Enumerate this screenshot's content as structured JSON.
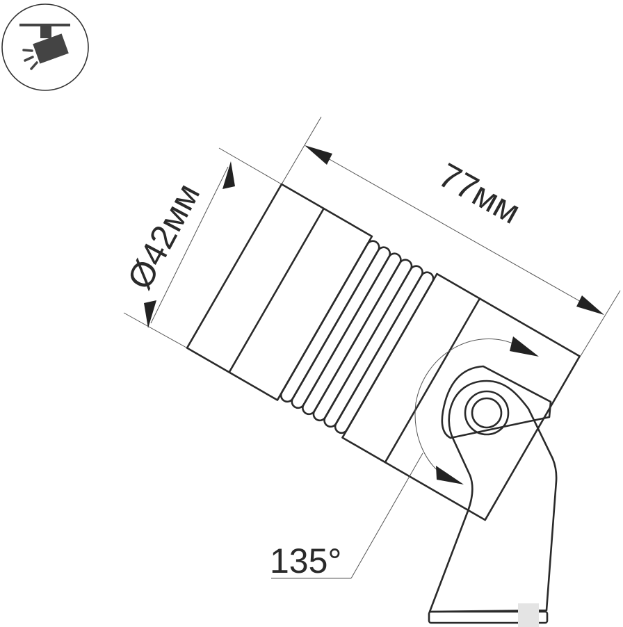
{
  "icon": {
    "name": "track-spotlight-icon"
  },
  "dimensions": {
    "diameter_label": "Ø42мм",
    "length_label": "77мм",
    "tilt_angle_label": "135°"
  },
  "colors": {
    "line": "#2a2a2a",
    "background": "#ffffff"
  }
}
